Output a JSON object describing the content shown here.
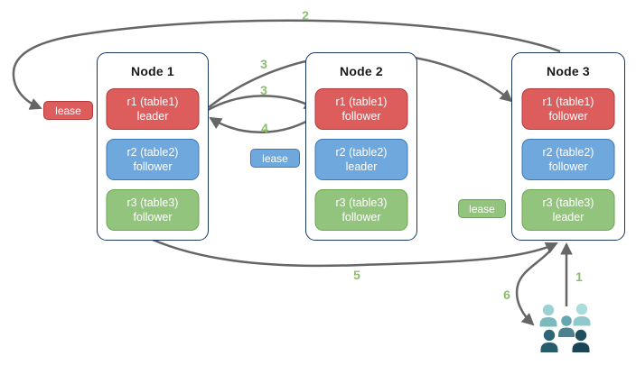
{
  "nodes": [
    {
      "title": "Node 1",
      "replicas": [
        {
          "name": "r1 (table1)",
          "role": "leader",
          "color": "red"
        },
        {
          "name": "r2 (table2)",
          "role": "follower",
          "color": "blue"
        },
        {
          "name": "r3 (table3)",
          "role": "follower",
          "color": "green"
        }
      ]
    },
    {
      "title": "Node 2",
      "replicas": [
        {
          "name": "r1 (table1)",
          "role": "follower",
          "color": "red"
        },
        {
          "name": "r2 (table2)",
          "role": "leader",
          "color": "blue"
        },
        {
          "name": "r3 (table3)",
          "role": "follower",
          "color": "green"
        }
      ]
    },
    {
      "title": "Node 3",
      "replicas": [
        {
          "name": "r1 (table1)",
          "role": "follower",
          "color": "red"
        },
        {
          "name": "r2 (table2)",
          "role": "follower",
          "color": "blue"
        },
        {
          "name": "r3 (table3)",
          "role": "leader",
          "color": "green"
        }
      ]
    }
  ],
  "leases": [
    {
      "label": "lease",
      "color": "red",
      "attached_to": "r1 leader on Node 1"
    },
    {
      "label": "lease",
      "color": "blue",
      "attached_to": "r2 leader on Node 2"
    },
    {
      "label": "lease",
      "color": "green",
      "attached_to": "r3 leader on Node 3"
    }
  ],
  "steps": {
    "s1": "1",
    "s2": "2",
    "s3a": "3",
    "s3b": "3",
    "s4": "4",
    "s5": "5",
    "s6": "6"
  },
  "icons": {
    "users_group": "users-group-icon"
  },
  "colors": {
    "replica_red_fill": "#dd5c5c",
    "replica_red_border": "#b03a37",
    "replica_blue_fill": "#6fa8dc",
    "replica_blue_border": "#3d78b8",
    "replica_green_fill": "#93c47d",
    "replica_green_border": "#6aa84f",
    "node_border": "#17375e",
    "arrow": "#666666",
    "step_label": "#8bbd6e",
    "replica_text": "#ffffff",
    "people_palette": [
      "#9ed1d3",
      "#7cb9bd",
      "#aadbdd",
      "#8fc9cc",
      "#64a7b0",
      "#4c828f",
      "#2e6677",
      "#275c6d",
      "#1f5060",
      "#1a4554"
    ]
  }
}
